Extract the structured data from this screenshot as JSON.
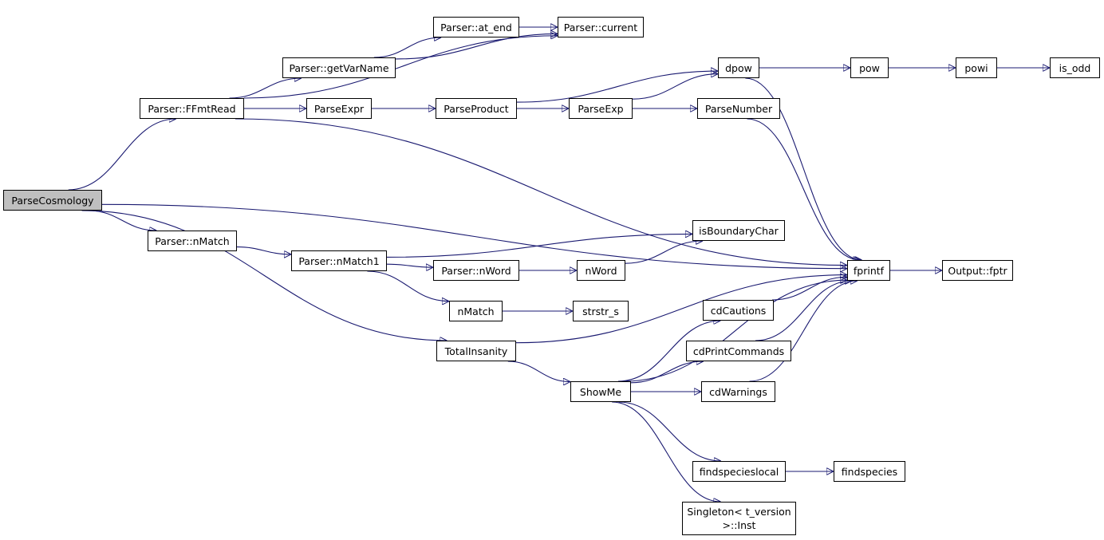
{
  "colors": {
    "edge": "#191970",
    "node_border": "#000000",
    "node_fill": "#ffffff",
    "root_fill": "#bfbfbf"
  },
  "nodes": {
    "ParseCosmology": {
      "lines": [
        "ParseCosmology"
      ]
    },
    "FFmtRead": {
      "lines": [
        "Parser::FFmtRead"
      ]
    },
    "getVarName": {
      "lines": [
        "Parser::getVarName"
      ]
    },
    "at_end": {
      "lines": [
        "Parser::at_end"
      ]
    },
    "current": {
      "lines": [
        "Parser::current"
      ]
    },
    "ParseExpr": {
      "lines": [
        "ParseExpr"
      ]
    },
    "ParseProduct": {
      "lines": [
        "ParseProduct"
      ]
    },
    "ParseExp": {
      "lines": [
        "ParseExp"
      ]
    },
    "ParseNumber": {
      "lines": [
        "ParseNumber"
      ]
    },
    "dpow": {
      "lines": [
        "dpow"
      ]
    },
    "pow": {
      "lines": [
        "pow"
      ]
    },
    "powi": {
      "lines": [
        "powi"
      ]
    },
    "is_odd": {
      "lines": [
        "is_odd"
      ]
    },
    "nMatchP": {
      "lines": [
        "Parser::nMatch"
      ]
    },
    "nMatch1": {
      "lines": [
        "Parser::nMatch1"
      ]
    },
    "isBoundaryChar": {
      "lines": [
        "isBoundaryChar"
      ]
    },
    "nWordP": {
      "lines": [
        "Parser::nWord"
      ]
    },
    "nWord": {
      "lines": [
        "nWord"
      ]
    },
    "nMatch": {
      "lines": [
        "nMatch"
      ]
    },
    "strstr_s": {
      "lines": [
        "strstr_s"
      ]
    },
    "fprintf": {
      "lines": [
        "fprintf"
      ]
    },
    "fptr": {
      "lines": [
        "Output::fptr"
      ]
    },
    "TotalInsanity": {
      "lines": [
        "TotalInsanity"
      ]
    },
    "ShowMe": {
      "lines": [
        "ShowMe"
      ]
    },
    "cdCautions": {
      "lines": [
        "cdCautions"
      ]
    },
    "cdPrintCommands": {
      "lines": [
        "cdPrintCommands"
      ]
    },
    "cdWarnings": {
      "lines": [
        "cdWarnings"
      ]
    },
    "findspecieslocal": {
      "lines": [
        "findspecieslocal"
      ]
    },
    "findspecies": {
      "lines": [
        "findspecies"
      ]
    },
    "Singleton": {
      "lines": [
        "Singleton< t_version",
        ">::Inst"
      ]
    }
  },
  "edges": [
    {
      "from": "ParseCosmology",
      "to": "FFmtRead"
    },
    {
      "from": "ParseCosmology",
      "to": "fprintf"
    },
    {
      "from": "ParseCosmology",
      "to": "nMatchP"
    },
    {
      "from": "ParseCosmology",
      "to": "TotalInsanity"
    },
    {
      "from": "FFmtRead",
      "to": "current"
    },
    {
      "from": "FFmtRead",
      "to": "getVarName"
    },
    {
      "from": "FFmtRead",
      "to": "ParseExpr"
    },
    {
      "from": "FFmtRead",
      "to": "fprintf"
    },
    {
      "from": "getVarName",
      "to": "at_end"
    },
    {
      "from": "getVarName",
      "to": "current"
    },
    {
      "from": "at_end",
      "to": "current"
    },
    {
      "from": "ParseExpr",
      "to": "ParseProduct"
    },
    {
      "from": "ParseProduct",
      "to": "dpow"
    },
    {
      "from": "ParseProduct",
      "to": "ParseExp"
    },
    {
      "from": "ParseExp",
      "to": "dpow"
    },
    {
      "from": "ParseExp",
      "to": "ParseNumber"
    },
    {
      "from": "ParseNumber",
      "to": "fprintf"
    },
    {
      "from": "dpow",
      "to": "pow"
    },
    {
      "from": "dpow",
      "to": "fprintf"
    },
    {
      "from": "pow",
      "to": "powi"
    },
    {
      "from": "powi",
      "to": "is_odd"
    },
    {
      "from": "nMatchP",
      "to": "nMatch1"
    },
    {
      "from": "nMatch1",
      "to": "isBoundaryChar"
    },
    {
      "from": "nMatch1",
      "to": "nWordP"
    },
    {
      "from": "nMatch1",
      "to": "nMatch"
    },
    {
      "from": "nWordP",
      "to": "nWord"
    },
    {
      "from": "nWord",
      "to": "isBoundaryChar"
    },
    {
      "from": "nMatch",
      "to": "strstr_s"
    },
    {
      "from": "fprintf",
      "to": "fptr"
    },
    {
      "from": "TotalInsanity",
      "to": "fprintf"
    },
    {
      "from": "TotalInsanity",
      "to": "ShowMe"
    },
    {
      "from": "ShowMe",
      "to": "cdCautions"
    },
    {
      "from": "ShowMe",
      "to": "cdPrintCommands"
    },
    {
      "from": "ShowMe",
      "to": "cdWarnings"
    },
    {
      "from": "ShowMe",
      "to": "fprintf"
    },
    {
      "from": "ShowMe",
      "to": "findspecieslocal"
    },
    {
      "from": "ShowMe",
      "to": "Singleton"
    },
    {
      "from": "cdCautions",
      "to": "fprintf"
    },
    {
      "from": "cdPrintCommands",
      "to": "fprintf"
    },
    {
      "from": "cdWarnings",
      "to": "fprintf"
    },
    {
      "from": "findspecieslocal",
      "to": "findspecies"
    }
  ]
}
